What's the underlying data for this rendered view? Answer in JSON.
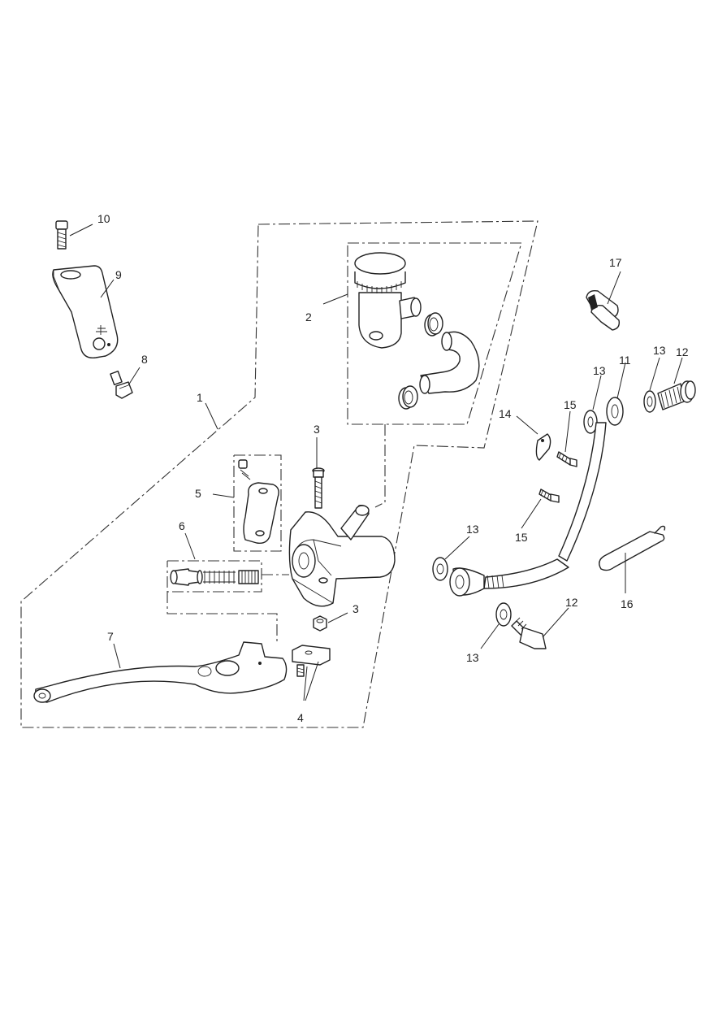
{
  "diagram": {
    "callouts": {
      "c1": "1",
      "c2": "2",
      "c3a": "3",
      "c3b": "3",
      "c4": "4",
      "c5": "5",
      "c6": "6",
      "c7": "7",
      "c8": "8",
      "c9": "9",
      "c10": "10",
      "c11": "11",
      "c12a": "12",
      "c12b": "12",
      "c13a": "13",
      "c13b": "13",
      "c13c": "13",
      "c13d": "13",
      "c14": "14",
      "c15a": "15",
      "c15b": "15",
      "c16": "16",
      "c17": "17"
    },
    "line_color": "#222222",
    "background": "#ffffff"
  }
}
